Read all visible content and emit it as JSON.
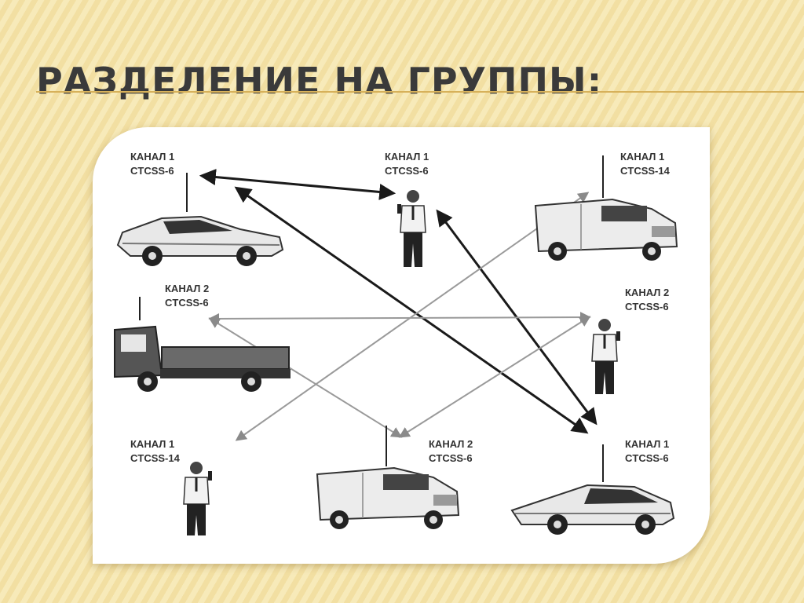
{
  "slide": {
    "title": "РАЗДЕЛЕНИЕ НА ГРУППЫ:"
  },
  "colors": {
    "background": "#f5e6b0",
    "accent_line": "#d7b15a",
    "title": "#3a3a3a"
  },
  "nodes": [
    {
      "id": "car-top-left",
      "kind": "car",
      "channel": "КАНАЛ 1",
      "ctcss": "CTCSS-6"
    },
    {
      "id": "person-top-center",
      "kind": "person",
      "channel": "КАНАЛ 1",
      "ctcss": "CTCSS-6"
    },
    {
      "id": "van-top-right",
      "kind": "van",
      "channel": "КАНАЛ 1",
      "ctcss": "CTCSS-14"
    },
    {
      "id": "truck-mid-left",
      "kind": "truck",
      "channel": "КАНАЛ 2",
      "ctcss": "CTCSS-6"
    },
    {
      "id": "person-mid-right",
      "kind": "person",
      "channel": "КАНАЛ 2",
      "ctcss": "CTCSS-6"
    },
    {
      "id": "person-bottom-left",
      "kind": "person",
      "channel": "КАНАЛ 1",
      "ctcss": "CTCSS-14"
    },
    {
      "id": "van-bottom-center",
      "kind": "van",
      "channel": "КАНАЛ 2",
      "ctcss": "CTCSS-6"
    },
    {
      "id": "car-bottom-right",
      "kind": "car",
      "channel": "КАНАЛ 1",
      "ctcss": "CTCSS-6"
    }
  ],
  "links": [
    {
      "from": "car-top-left",
      "to": "person-top-center",
      "style": "dark"
    },
    {
      "from": "car-top-left",
      "to": "car-bottom-right",
      "style": "dark"
    },
    {
      "from": "person-top-center",
      "to": "car-bottom-right",
      "style": "dark"
    },
    {
      "from": "van-top-right",
      "to": "person-bottom-left",
      "style": "light"
    },
    {
      "from": "truck-mid-left",
      "to": "person-mid-right",
      "style": "light"
    },
    {
      "from": "truck-mid-left",
      "to": "van-bottom-center",
      "style": "light"
    },
    {
      "from": "person-mid-right",
      "to": "van-bottom-center",
      "style": "light"
    }
  ]
}
